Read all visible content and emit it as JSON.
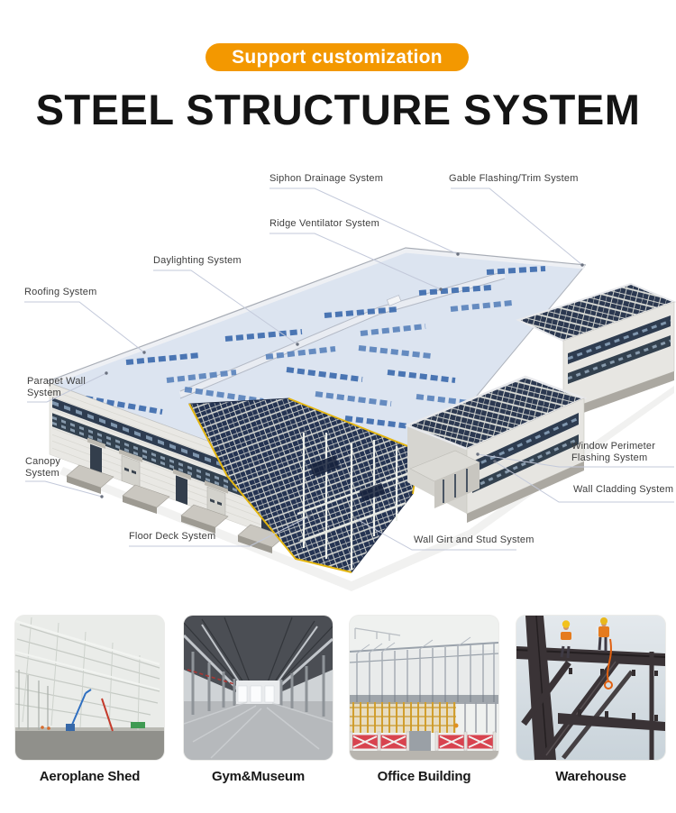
{
  "banner": {
    "label": "Support customization"
  },
  "title": "STEEL STRUCTURE SYSTEM",
  "diagram": {
    "labels": {
      "siphon": "Siphon Drainage System",
      "gable": "Gable Flashing/Trim System",
      "ridge": "Ridge Ventilator System",
      "daylighting": "Daylighting System",
      "roofing": "Roofing System",
      "parapet": "Parapet Wall System",
      "canopy": "Canopy System",
      "window_perimeter": "Window Perimeter Flashing System",
      "wall_cladding": "Wall Cladding System",
      "floor_deck": "Floor Deck System",
      "wall_girt": "Wall Girt and Stud System"
    }
  },
  "gallery": {
    "items": [
      {
        "caption": "Aeroplane Shed"
      },
      {
        "caption": "Gym&Museum"
      },
      {
        "caption": "Office Building"
      },
      {
        "caption": "Warehouse"
      }
    ]
  },
  "icons": {
    "leader_dot": "leader-endpoint-dot"
  },
  "colors": {
    "accent": "#F39800",
    "leader": "#C3C9DA",
    "skylight-blue": "#3E6CAE",
    "cut-yellow": "#E3B50F",
    "frame-navy": "#243352"
  }
}
